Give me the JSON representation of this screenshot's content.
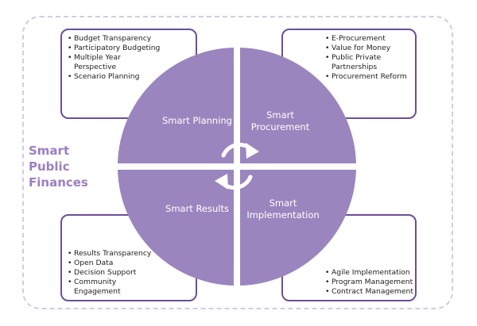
{
  "title": {
    "line1": "Smart",
    "line2": "Public",
    "line3": "Finances"
  },
  "quadrants": {
    "planning": {
      "line1": "Smart Planning"
    },
    "procurement": {
      "line1": "Smart",
      "line2": "Procurement"
    },
    "results": {
      "line1": "Smart Results"
    },
    "implementation": {
      "line1": "Smart",
      "line2": "Implementation"
    }
  },
  "boxes": {
    "planning": [
      "Budget Transparency",
      "Participatory Budgeting",
      "Multiple Year",
      "Perspective",
      "Scenario Planning"
    ],
    "procurement": [
      "E-Procurement",
      "Value for Money",
      "Public Private",
      "Partnerships",
      "Procurement Reform"
    ],
    "results": [
      "Results Transparency",
      "Open Data",
      "Decision Support",
      "Community",
      "Engagement"
    ],
    "implementation": [
      "Agile Implementation",
      "Program Management",
      "Contract Management"
    ]
  },
  "colors": {
    "purple": "#9b85be",
    "border": "#6e4e99",
    "title": "#9c7fc0",
    "dash": "#d3cce3"
  }
}
